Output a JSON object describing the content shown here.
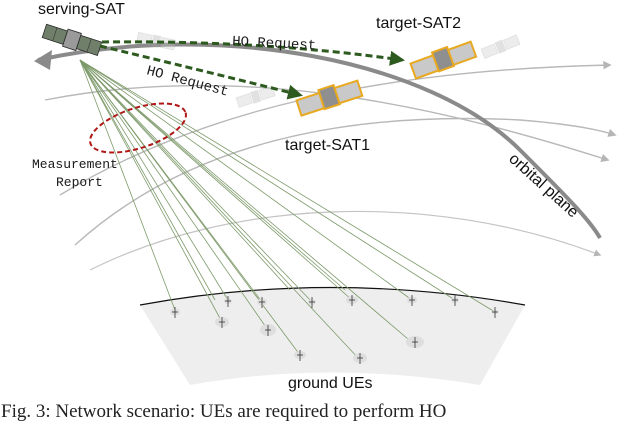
{
  "labels": {
    "serving_sat": "serving-SAT",
    "target_sat1": "target-SAT1",
    "target_sat2": "target-SAT2",
    "ho_request_1": "HO Request",
    "ho_request_2": "HO Request",
    "measurement_report_line1": "Measurement",
    "measurement_report_line2": "Report",
    "orbital_plane": "orbital plane",
    "ground_ues": "ground UEs"
  },
  "caption": {
    "text": "Fig. 3: Network scenario: UEs are required to perform HO"
  },
  "colors": {
    "ho_arrow": "#2d5a1e",
    "measurement_ellipse": "#b01818",
    "target_panel": "#e8a820",
    "orbit_line": "#8a8a8a",
    "ue_beam": "#7d9a6a"
  },
  "icons": {
    "serving_satellite": "satellite-icon",
    "target_satellite": "satellite-icon",
    "ground_ue": "ue-antenna-icon"
  }
}
